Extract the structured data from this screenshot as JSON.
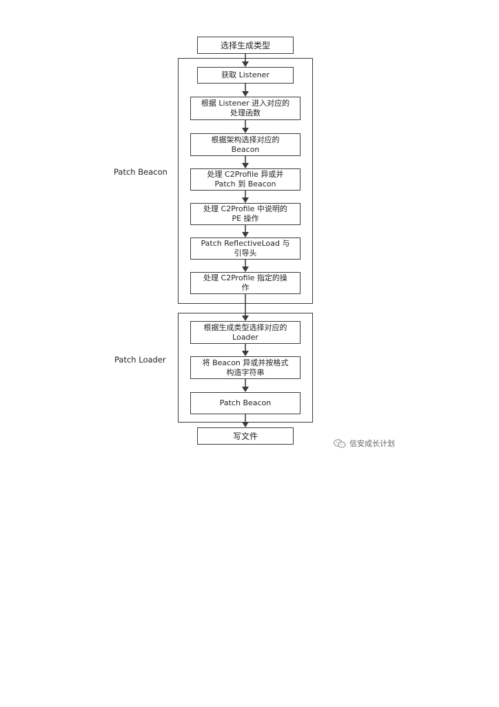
{
  "diagram": {
    "start": "选择生成类型",
    "end": "写文件",
    "groups": [
      {
        "label": "Patch Beacon",
        "steps": [
          "获取 Listener",
          "根据 Listener 进入对应的\n处理函数",
          "根据架构选择对应的\nBeacon",
          "处理 C2Profile 异或并\nPatch 到 Beacon",
          "处理 C2Profile 中说明的\nPE 操作",
          "Patch ReflectiveLoad 与\n引导头",
          "处理 C2Profile 指定的操\n作"
        ]
      },
      {
        "label": "Patch Loader",
        "steps": [
          "根据生成类型选择对应的\nLoader",
          "将 Beacon 异或并按格式\n构造字符串",
          "Patch Beacon"
        ]
      }
    ]
  },
  "watermark": {
    "text": "信安成长计划",
    "icon": "wechat-icon"
  }
}
